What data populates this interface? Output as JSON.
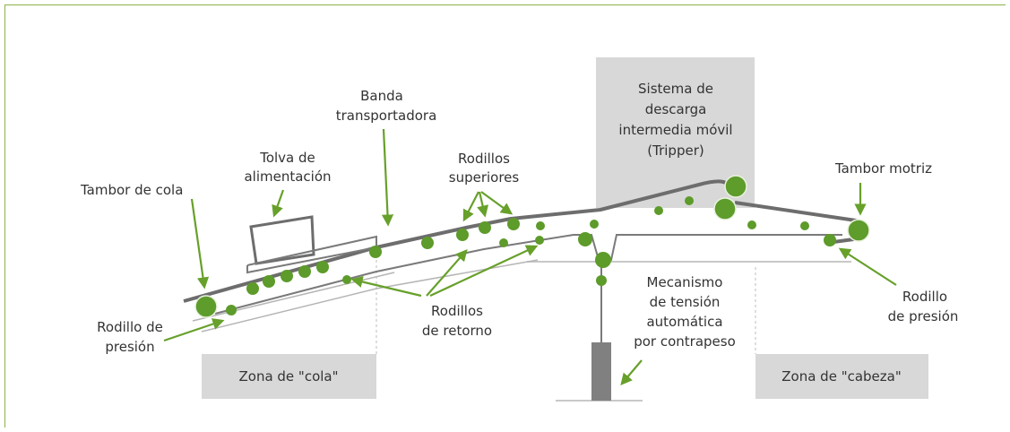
{
  "labels": {
    "tambor_cola": "Tambor de cola",
    "tolva_line1": "Tolva de",
    "tolva_line2": "alimentación",
    "banda_line1": "Banda",
    "banda_line2": "transportadora",
    "rod_sup_line1": "Rodillos",
    "rod_sup_line2": "superiores",
    "tripper_line1": "Sistema de",
    "tripper_line2": "descarga",
    "tripper_line3": "intermedia móvil",
    "tripper_line4": "(Tripper)",
    "tambor_motriz": "Tambor motriz",
    "rod_pres_left_line1": "Rodillo de",
    "rod_pres_left_line2": "presión",
    "rod_ret_line1": "Rodillos",
    "rod_ret_line2": "de retorno",
    "mec_line1": "Mecanismo",
    "mec_line2": "de tensión",
    "mec_line3": "automática",
    "mec_line4": "por contrapeso",
    "rod_pres_right_line1": "Rodillo",
    "rod_pres_right_line2": "de presión",
    "zona_cola": "Zona de \"cola\"",
    "zona_cabeza": "Zona de \"cabeza\""
  },
  "colors": {
    "frame": "#8bb248",
    "accent_green": "#67a02a",
    "roller_green": "#5d9b2a",
    "belt_gray": "#6d6d6d",
    "zone_gray": "#d8d8d8"
  }
}
